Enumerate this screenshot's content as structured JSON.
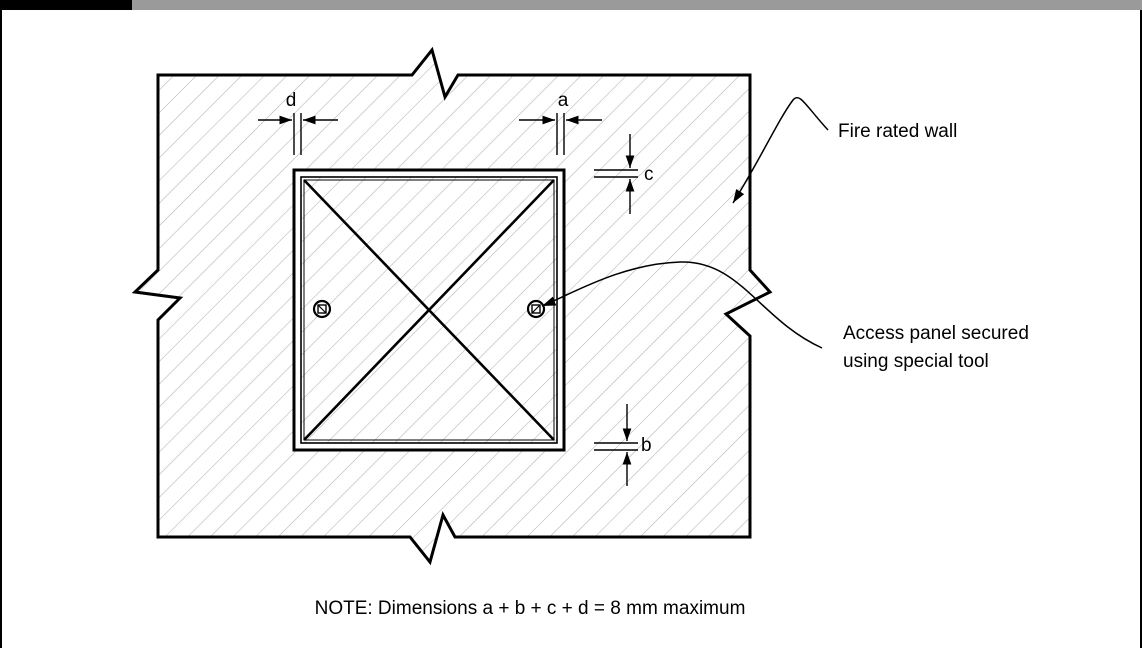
{
  "labels": {
    "fire_wall": "Fire rated wall",
    "access_line1": "Access panel secured",
    "access_line2": "using special tool",
    "dim_a": "a",
    "dim_b": "b",
    "dim_c": "c",
    "dim_d": "d",
    "note": "NOTE: Dimensions a + b + c + d = 8 mm maximum"
  },
  "colors": {
    "line": "#000000",
    "hatch": "#b0b0b0",
    "header": "#9a9a9a"
  }
}
